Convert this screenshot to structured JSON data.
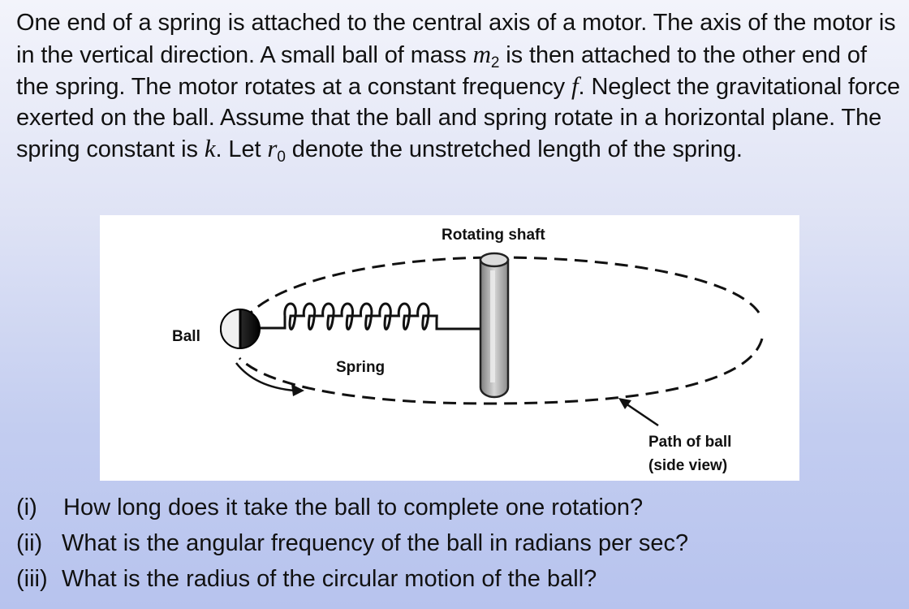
{
  "intro": {
    "s1": "One end of a spring is attached to the central axis of a motor. The axis of the motor is in the vertical direction.  A small ball of mass ",
    "mass_symbol": "m",
    "mass_subscript": "2",
    "s2": " is then attached to the other end of the spring. The motor rotates at a constant frequency ",
    "freq_symbol": "f",
    "s3": ". Neglect the gravitational force exerted on the ball. Assume that the ball and spring rotate in a horizontal plane. The spring constant is ",
    "k_symbol": "k",
    "s4": ". Let ",
    "r_symbol": "r",
    "r_subscript": "0",
    "s5": " denote the unstretched length of the spring."
  },
  "figure": {
    "label_shaft": "Rotating shaft",
    "label_ball": "Ball",
    "label_spring": "Spring",
    "label_path_1": "Path of ball",
    "label_path_2": "(side view)"
  },
  "questions": [
    {
      "num": "(i)",
      "text": "How long does it take the ball to complete one rotation?"
    },
    {
      "num": "(ii)",
      "text": "What is the angular frequency of the ball in radians per sec?"
    },
    {
      "num": "(iii)",
      "text": "What is the radius of the circular motion of the ball?"
    }
  ]
}
